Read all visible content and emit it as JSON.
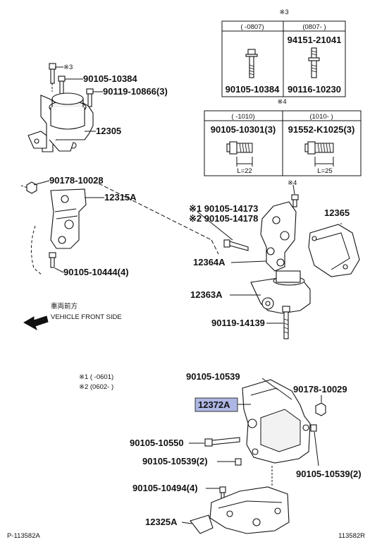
{
  "diagram": {
    "tables": {
      "note3": {
        "note": "※3",
        "left_range": "(      -0807)",
        "right_range": "(0807-      )",
        "right_top_part": "94151-21041",
        "left_part": "90105-10384",
        "right_part": "90116-10230"
      },
      "note4": {
        "note": "※4",
        "left_range": "(      -1010)",
        "right_range": "(1010-      )",
        "left_part": "90105-10301(3)",
        "right_part": "91552-K1025(3)",
        "left_length": "L=22",
        "right_length": "L=25"
      }
    },
    "callouts": {
      "note3_small": "※3",
      "p90105_10384": "90105-10384",
      "p90119_10866": "90119-10866(3)",
      "p12305": "12305",
      "p90178_10028": "90178-10028",
      "p12315A": "12315A",
      "p90105_14173": "※1 90105-14173",
      "p90105_14178": "※2 90105-14178",
      "note4_small": "※4",
      "p12365": "12365",
      "p12364A": "12364A",
      "p90105_10444": "90105-10444(4)",
      "p12363A": "12363A",
      "p90119_14139": "90119-14139",
      "front_jp": "車両前方",
      "front_en": "VEHICLE FRONT SIDE",
      "legend_1": "※1 (       -0601)",
      "legend_2": "※2 (0602-       )",
      "p90105_10539_top": "90105-10539",
      "p90178_10029": "90178-10029",
      "p12372A": "12372A",
      "p90105_10550": "90105-10550",
      "p90105_10539_2_left": "90105-10539(2)",
      "p90105_10539_2_right": "90105-10539(2)",
      "p90105_10494": "90105-10494(4)",
      "p12325A": "12325A"
    },
    "footer": {
      "left_code": "P-113582A",
      "right_code": "113582R"
    },
    "colors": {
      "highlight": "#aeb7e4"
    }
  }
}
